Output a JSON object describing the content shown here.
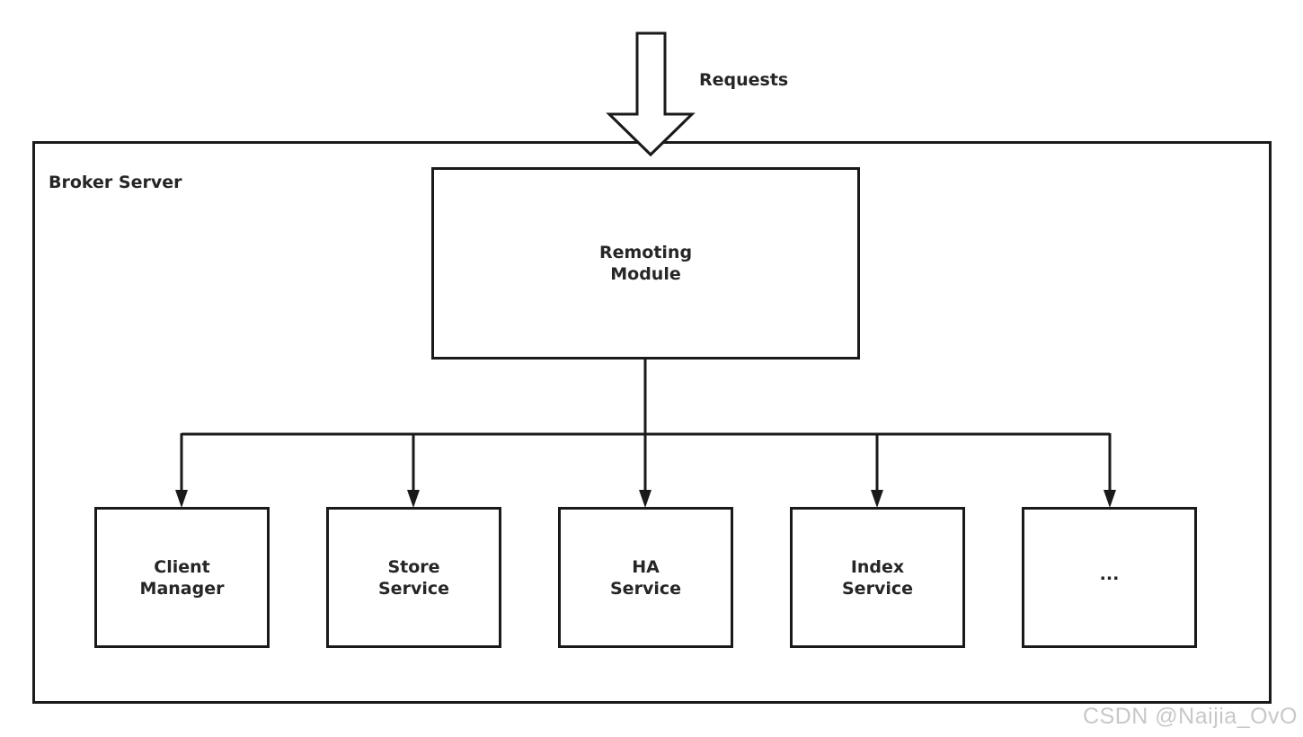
{
  "requests_label": "Requests",
  "broker": {
    "title": "Broker Server",
    "remoting": "Remoting\nModule",
    "modules": [
      {
        "name": "client-manager",
        "label": "Client\nManager"
      },
      {
        "name": "store-service",
        "label": "Store\nService"
      },
      {
        "name": "ha-service",
        "label": "HA\nService"
      },
      {
        "name": "index-service",
        "label": "Index\nService"
      },
      {
        "name": "more-modules",
        "label": "..."
      }
    ]
  },
  "watermark": "CSDN @Naijia_OvO",
  "colors": {
    "stroke": "#1a1a1a",
    "text": "#262626",
    "watermark": "#c8c8c8"
  }
}
